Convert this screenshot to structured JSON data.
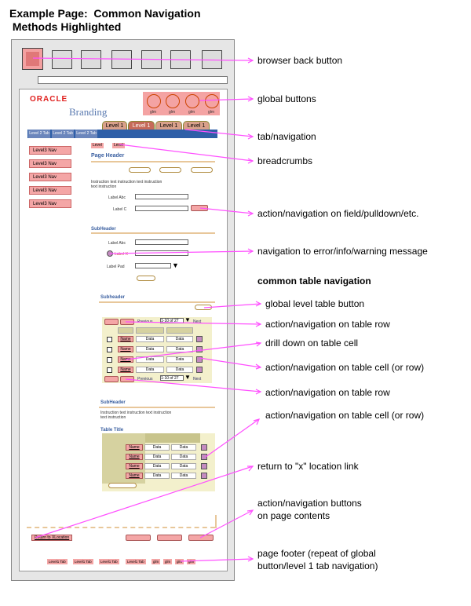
{
  "title": "Example Page:  Common Navigation\n Methods Highlighted",
  "mock": {
    "oracle": "ORACLE",
    "branding": "Branding",
    "global_labels": [
      "glm",
      "glm",
      "glm",
      "glm"
    ],
    "tabs": [
      "Level 1",
      "Level 1",
      "Level 1",
      "Level 1"
    ],
    "subtabs": [
      "Level 2 Tab",
      "Level 2 Tab",
      "Level 2 Tab"
    ],
    "nav_items": [
      "Level3 Nav",
      "Level3 Nav",
      "Level3 Nav",
      "Level3 Nav",
      "Level3 Nav"
    ],
    "crumbs": [
      "Level",
      "Level"
    ],
    "page_header": "Page Header",
    "instruction": "Instruction text instruction text instruction\ntext instruction",
    "label_abc": "Label Abc",
    "label_c": "Label C",
    "subheader": "SubHeader",
    "label_x": "Label X",
    "label_y": "Label Pad",
    "subheader2": "Subheader",
    "previous": "Previous",
    "range": "1-10 of 27",
    "next": "Next",
    "name": "Name",
    "data": "Data",
    "table_title": "Table Title",
    "return_link": "Return to XLocation",
    "footer_items": [
      "Level1 Tab",
      "Level1 Tab",
      "Level1 Tab",
      "Level1 Tab",
      "glm",
      "glm",
      "glm",
      "glm"
    ]
  },
  "annotations": {
    "back": "browser back button",
    "global": "global buttons",
    "tab": "tab/navigation",
    "breadcrumbs": "breadcrumbs",
    "field": "action/navigation on field/pulldown/etc.",
    "error": "navigation to error/info/warning message",
    "table_heading": "common table navigation",
    "global_table": "global level table button",
    "row1": "action/navigation on table row",
    "drill": "drill down on table cell",
    "cell1": "action/navigation on table cell (or row)",
    "row2": "action/navigation on table row",
    "cell2": "action/navigation on table cell (or row)",
    "return": "return to \"x\" location link",
    "buttons_l1": "action/navigation buttons",
    "buttons_l2": "on page contents",
    "footer_l1": "page footer (repeat of global",
    "footer_l2": "button/level 1 tab navigation)"
  },
  "colors": {
    "accent": "#ff50ff",
    "tab_bar": "#2e5fa8",
    "pink": "#f4a6a6"
  }
}
